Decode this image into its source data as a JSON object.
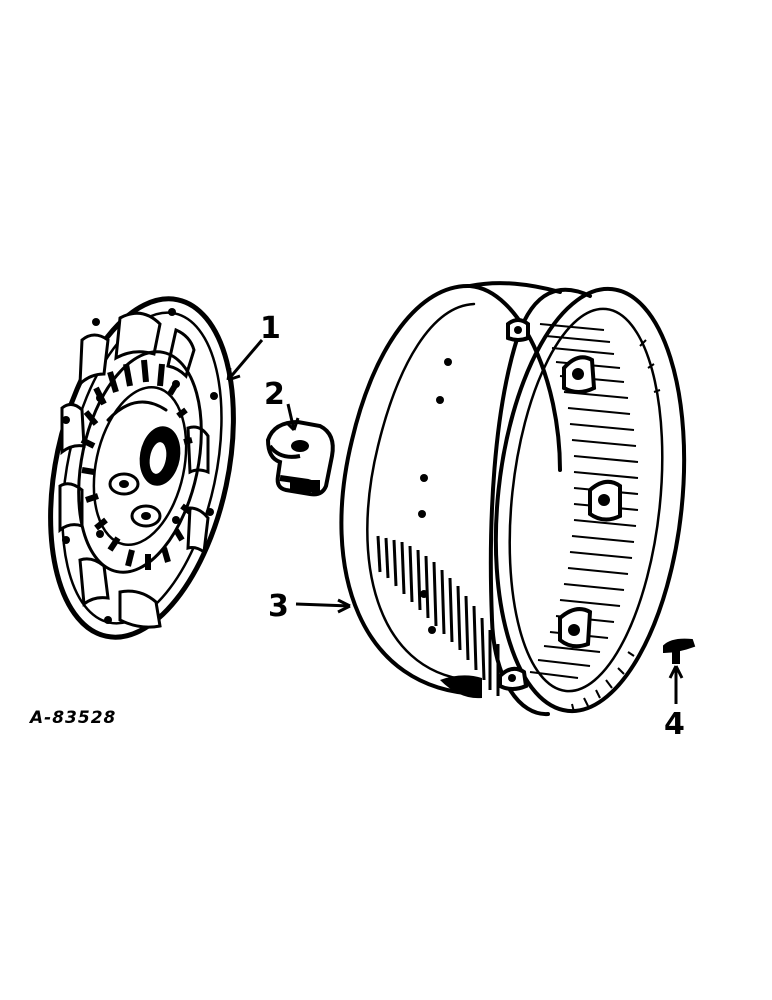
{
  "figure_id": "A-83528",
  "callouts": [
    {
      "id": "1",
      "part": "wheel-disc"
    },
    {
      "id": "2",
      "part": "clamp"
    },
    {
      "id": "3",
      "part": "rim"
    },
    {
      "id": "4",
      "part": "bolt"
    }
  ]
}
